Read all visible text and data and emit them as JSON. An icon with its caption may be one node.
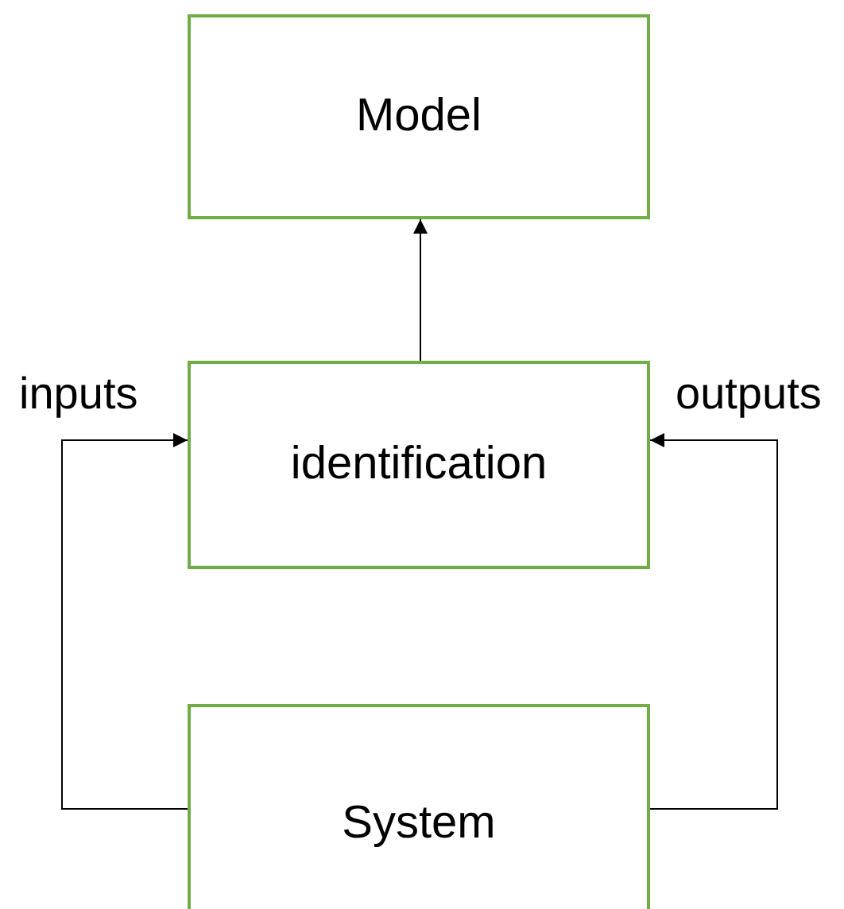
{
  "diagram": {
    "nodes": [
      {
        "text": [
          "Model"
        ]
      },
      {
        "text": [
          "identification"
        ]
      },
      {
        "text": [
          "System"
        ]
      }
    ],
    "edges": [
      {
        "from": 1,
        "to": 0,
        "arrow": "to"
      },
      {
        "from": 2,
        "to": 1,
        "arrow": "to",
        "label": "inputs"
      },
      {
        "from": 2,
        "to": 1,
        "arrow": "to",
        "label": "outputs"
      }
    ]
  }
}
